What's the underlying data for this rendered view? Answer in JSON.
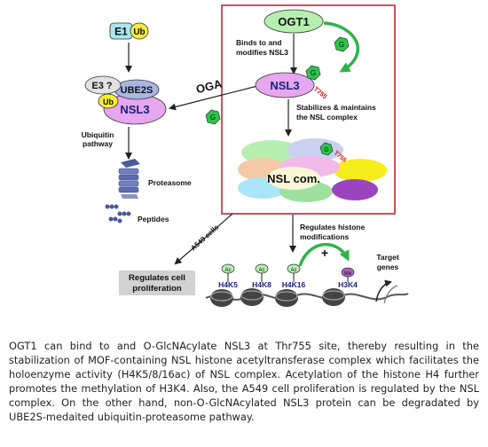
{
  "labels": {
    "e1": "E1",
    "ub": "Ub",
    "e3": "E3 ?",
    "ube2s": "UBE2S",
    "nsl3": "NSL3",
    "ogt1": "OGT1",
    "g": "G",
    "t755": "T755",
    "oga": "OGA",
    "binds_line1": "Binds to and",
    "binds_line2": "modifies NSL3",
    "stabilizes_line1": "Stabilizes & maintains",
    "stabilizes_line2": "the NSL complex",
    "ubiquitin_line1": "Ubiquitin",
    "ubiquitin_line2": "pathway",
    "proteasome": "Proteasome",
    "peptides": "Peptides",
    "nsl_com": "NSL com.",
    "a549": "A549 cells",
    "regulates_histone_line1": "Regulates histone",
    "regulates_histone_line2": "modifications",
    "regulates_cell_line1": "Regulates cell",
    "regulates_cell_line2": "proliferation",
    "ac": "Ac",
    "me": "Me",
    "plus": "+",
    "h4k5": "H4K5",
    "h4k8": "H4K8",
    "h4k16": "H4K16",
    "h3k4": "H3K4",
    "target_line1": "Target",
    "target_line2": "genes"
  },
  "colors": {
    "ogt1_fill": "#b6f0b0",
    "nsl3_fill": "#e6a7ee",
    "ube2s_fill": "#a9b6e6",
    "e1_fill": "#a8e6f0",
    "ub_fill": "#f5ec3a",
    "g_fill": "#2ec44a",
    "red_box": "#c0272d",
    "green_arrow": "#2fb34a"
  },
  "caption": "OGT1 can bind to and O-GlcNAcylate NSL3 at Thr755 site, thereby resulting in the stabilization of MOF-containing NSL histone acetyltransferase complex which facilitates the holoenzyme activity (H4K5/8/16ac) of NSL complex. Acetylation of the histone H4 further promotes the methylation of H3K4. Also, the A549 cell proliferation is regulated by the NSL complex. On the other hand, non-O-GlcNAcylated NSL3 protein can be degradated by UBE2S-medaited ubiquitin-proteasome pathway."
}
